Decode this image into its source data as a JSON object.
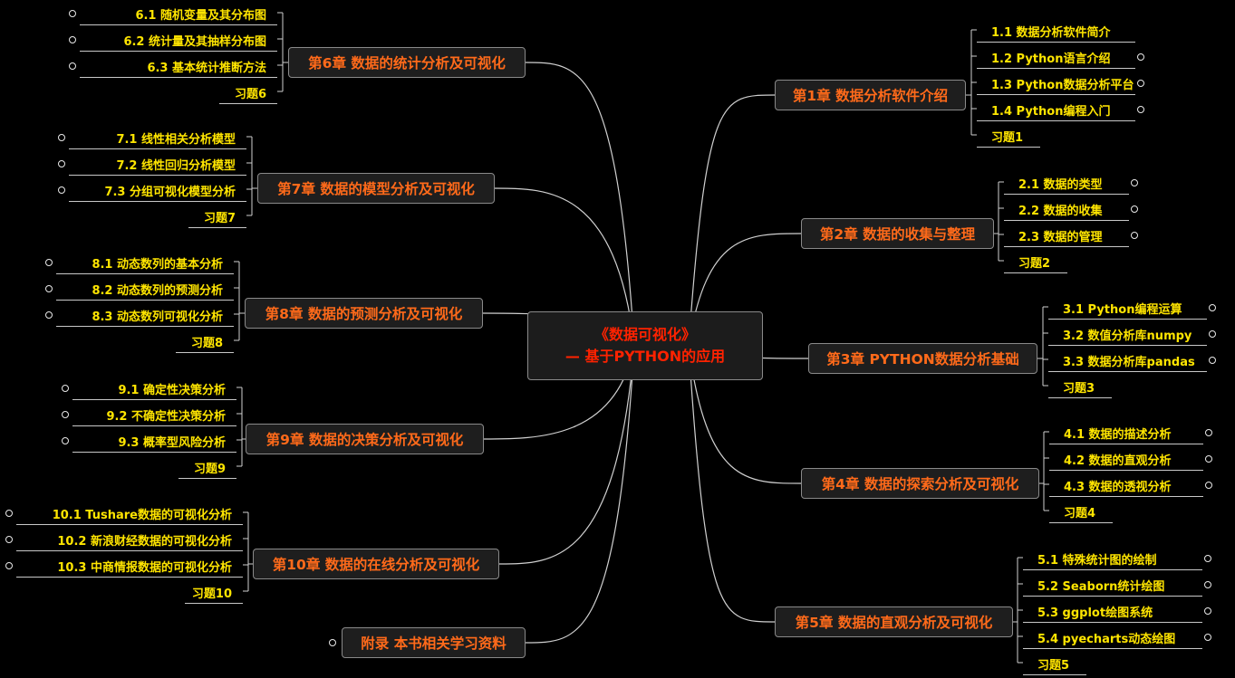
{
  "center": {
    "line1": "《数据可视化》",
    "line2": "— 基于PYTHON的应用"
  },
  "right_chapters": [
    {
      "title": "第1章  数据分析软件介绍",
      "items": [
        {
          "label": "1.1  数据分析软件简介",
          "collapsed": false
        },
        {
          "label": "1.2  Python语言介绍",
          "collapsed": true
        },
        {
          "label": "1.3  Python数据分析平台",
          "collapsed": true
        },
        {
          "label": "1.4  Python编程入门",
          "collapsed": true
        },
        {
          "label": "习题1",
          "collapsed": false
        }
      ]
    },
    {
      "title": "第2章  数据的收集与整理",
      "items": [
        {
          "label": "2.1  数据的类型",
          "collapsed": true
        },
        {
          "label": "2.2  数据的收集",
          "collapsed": true
        },
        {
          "label": "2.3  数据的管理",
          "collapsed": true
        },
        {
          "label": "习题2",
          "collapsed": false
        }
      ]
    },
    {
      "title": "第3章  PYTHON数据分析基础",
      "items": [
        {
          "label": "3.1  Python编程运算",
          "collapsed": true
        },
        {
          "label": "3.2  数值分析库numpy",
          "collapsed": true
        },
        {
          "label": "3.3  数据分析库pandas",
          "collapsed": true
        },
        {
          "label": "习题3",
          "collapsed": false
        }
      ]
    },
    {
      "title": "第4章  数据的探索分析及可视化",
      "items": [
        {
          "label": "4.1  数据的描述分析",
          "collapsed": true
        },
        {
          "label": "4.2  数据的直观分析",
          "collapsed": true
        },
        {
          "label": "4.3  数据的透视分析",
          "collapsed": true
        },
        {
          "label": "习题4",
          "collapsed": false
        }
      ]
    },
    {
      "title": "第5章  数据的直观分析及可视化",
      "items": [
        {
          "label": "5.1  特殊统计图的绘制",
          "collapsed": true
        },
        {
          "label": "5.2  Seaborn统计绘图",
          "collapsed": true
        },
        {
          "label": "5.3  ggplot绘图系统",
          "collapsed": true
        },
        {
          "label": "5.4  pyecharts动态绘图",
          "collapsed": true
        },
        {
          "label": "习题5",
          "collapsed": false
        }
      ]
    }
  ],
  "left_chapters": [
    {
      "title": "第6章  数据的统计分析及可视化",
      "items": [
        {
          "label": "6.1  随机变量及其分布图",
          "collapsed": true
        },
        {
          "label": "6.2  统计量及其抽样分布图",
          "collapsed": true
        },
        {
          "label": "6.3  基本统计推断方法",
          "collapsed": true
        },
        {
          "label": "习题6",
          "collapsed": false
        }
      ]
    },
    {
      "title": "第7章  数据的模型分析及可视化",
      "items": [
        {
          "label": "7.1  线性相关分析模型",
          "collapsed": true
        },
        {
          "label": "7.2  线性回归分析模型",
          "collapsed": true
        },
        {
          "label": "7.3  分组可视化模型分析",
          "collapsed": true
        },
        {
          "label": "习题7",
          "collapsed": false
        }
      ]
    },
    {
      "title": "第8章  数据的预测分析及可视化",
      "items": [
        {
          "label": "8.1  动态数列的基本分析",
          "collapsed": true
        },
        {
          "label": "8.2  动态数列的预测分析",
          "collapsed": true
        },
        {
          "label": "8.3  动态数列可视化分析",
          "collapsed": true
        },
        {
          "label": "习题8",
          "collapsed": false
        }
      ]
    },
    {
      "title": "第9章  数据的决策分析及可视化",
      "items": [
        {
          "label": "9.1  确定性决策分析",
          "collapsed": true
        },
        {
          "label": "9.2  不确定性决策分析",
          "collapsed": true
        },
        {
          "label": "9.3  概率型风险分析",
          "collapsed": true
        },
        {
          "label": "习题9",
          "collapsed": false
        }
      ]
    },
    {
      "title": "第10章  数据的在线分析及可视化",
      "items": [
        {
          "label": "10.1  Tushare数据的可视化分析",
          "collapsed": true
        },
        {
          "label": "10.2  新浪财经数据的可视化分析",
          "collapsed": true
        },
        {
          "label": "10.3  中商情报数据的可视化分析",
          "collapsed": true
        },
        {
          "label": "习题10",
          "collapsed": false
        }
      ]
    },
    {
      "title": "附录  本书相关学习资料",
      "items": [],
      "collapsed": true
    }
  ],
  "colors": {
    "background": "#000000",
    "center_text": "#ff2200",
    "chapter_text": "#ff6a1a",
    "item_text": "#ffe500",
    "edge": "#d0d0d0"
  }
}
